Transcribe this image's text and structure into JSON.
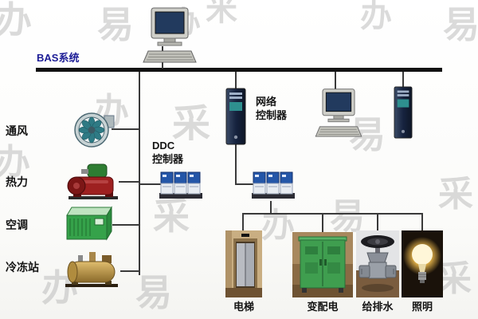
{
  "title": "BAS系统",
  "labels": {
    "left": [
      {
        "text": "通风"
      },
      {
        "text": "热力"
      },
      {
        "text": "空调"
      },
      {
        "text": "冷冻站"
      }
    ],
    "ddc": {
      "line1": "DDC",
      "line2": "控制器"
    },
    "network": {
      "line1": "网络",
      "line2": "控制器"
    },
    "bottom": [
      {
        "text": "电梯"
      },
      {
        "text": "变配电"
      },
      {
        "text": "给排水"
      },
      {
        "text": "照明"
      }
    ]
  },
  "icons": {
    "top_computer": "desktop-computer-icon",
    "workstation": "desktop-computer-icon",
    "network_controller": "server-tower-icon",
    "right_server": "server-tower-icon",
    "ventilation": "fan-icon",
    "heating": "pump-icon",
    "air_conditioning": "air-conditioner-icon",
    "chiller": "chiller-icon",
    "ddc_left": "ddc-module-icon",
    "ddc_right": "ddc-module-icon",
    "elevator": "elevator-photo",
    "power_distribution": "power-cabinet-photo",
    "water_supply": "valve-photo",
    "lighting": "light-bulb-photo"
  },
  "colors": {
    "title_blue": "#1c1c96",
    "bus_black": "#121212",
    "line_gray": "#3a3a3a",
    "ddc_blue": "#2456a8",
    "cabinet_green": "#3f9e4f",
    "watermark_gray": "#b5b5b5"
  },
  "watermarks": [
    {
      "char": "办"
    },
    {
      "char": "易"
    },
    {
      "char": "米"
    },
    {
      "char": "办"
    },
    {
      "char": "办"
    },
    {
      "char": "易"
    },
    {
      "char": "办"
    },
    {
      "char": "采"
    },
    {
      "char": "易"
    },
    {
      "char": "办"
    },
    {
      "char": "采"
    },
    {
      "char": "采"
    },
    {
      "char": "办"
    },
    {
      "char": "易"
    },
    {
      "char": "办"
    },
    {
      "char": "易"
    },
    {
      "char": "采"
    }
  ]
}
